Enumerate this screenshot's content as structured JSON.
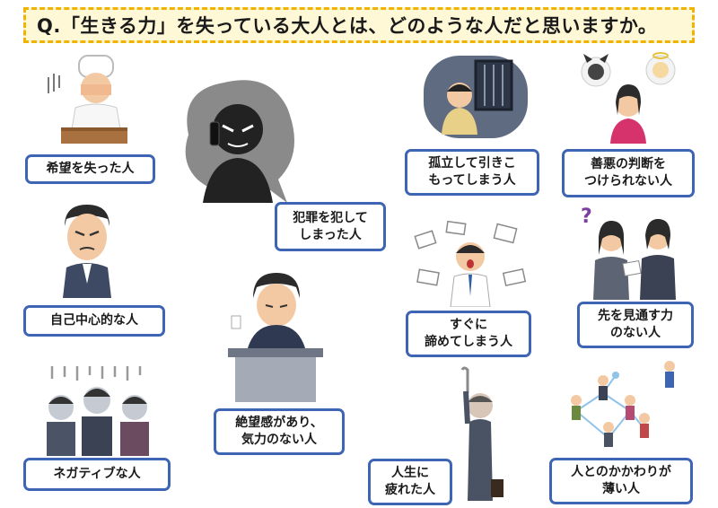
{
  "question": "Q.「生きる力」を失っている大人とは、どのような人だと思いますか。",
  "labels": {
    "l1": "希望を失った人",
    "l2": "自己中心的な人",
    "l3": "ネガティブな人",
    "l4": "犯罪を犯して\nしまった人",
    "l5": "絶望感があり、\n気力のない人",
    "l6": "孤立して引きこ\nもってしまう人",
    "l7": "すぐに\n諦めてしまう人",
    "l8": "人生に\n疲れた人",
    "l9": "善悪の判断を\nつけられない人",
    "l10": "先を見通す力\nのない人",
    "l11": "人とのかかわりが\n薄い人"
  },
  "icons": {
    "i1": "despairing-chef-icon",
    "i2": "grumpy-man-icon",
    "i3": "gloomy-group-icon",
    "i4": "phone-scammer-icon",
    "i5": "exhausted-office-worker-icon",
    "i6": "shut-in-person-icon",
    "i7": "panicked-man-with-papers-icon",
    "i8": "tired-commuter-icon",
    "i9": "angel-devil-dilemma-icon",
    "i10": "confused-woman-with-document-icon",
    "i11": "isolated-person-in-network-icon"
  },
  "colors": {
    "label_border": "#3e65b4",
    "header_border": "#f0b400",
    "header_bg": "#fff8d6"
  }
}
